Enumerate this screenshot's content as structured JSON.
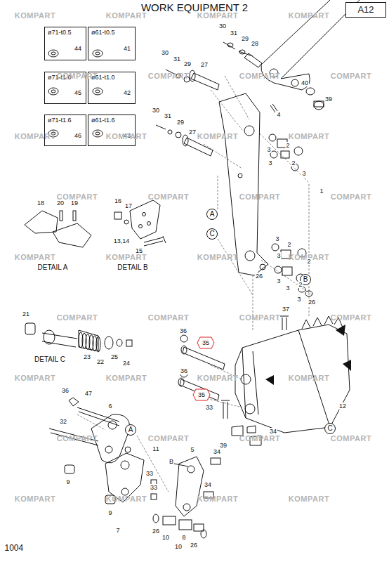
{
  "diagram": {
    "title": "WORK EQUIPMENT 2",
    "nodes": [
      {
        "text": [
          "A12"
        ]
      },
      {
        "text": [
          "ø71-t0.5",
          "44"
        ]
      },
      {
        "text": [
          "ø61-t0.5",
          "41"
        ]
      },
      {
        "text": [
          "ø71-t1.0",
          "45"
        ]
      },
      {
        "text": [
          "ø61-t1.0",
          "42"
        ]
      },
      {
        "text": [
          "ø71-t1.6",
          "46"
        ]
      },
      {
        "text": [
          "ø61-t1.6",
          "43"
        ]
      },
      {
        "text": [
          "A"
        ]
      },
      {
        "text": [
          "C"
        ]
      },
      {
        "text": [
          "B"
        ]
      },
      {
        "text": [
          "C"
        ]
      },
      {
        "text": [
          "A"
        ]
      },
      {
        "text": [
          "35"
        ]
      },
      {
        "text": [
          "35"
        ]
      }
    ],
    "labels": [
      "30",
      "31",
      "29",
      "28",
      "30",
      "31",
      "29",
      "27",
      "4",
      "40",
      "39",
      "30",
      "31",
      "29",
      "27",
      "3",
      "2",
      "3",
      "2",
      "3",
      "1",
      "3",
      "2",
      "3",
      "3",
      "2",
      "26",
      "3",
      "2",
      "3",
      "26",
      "18",
      "20",
      "19",
      "DETAIL A",
      "16",
      "17",
      "13,14",
      "15",
      "DETAIL B",
      "21",
      "23",
      "22",
      "25",
      "24",
      "DETAIL C",
      "36",
      "36",
      "33",
      "37",
      "12",
      "39",
      "34",
      "36",
      "47",
      "6",
      "32",
      "11",
      "5",
      "34",
      "B",
      "34",
      "33",
      "33",
      "9",
      "9",
      "7",
      "26",
      "10",
      "8",
      "10",
      "26",
      "1004",
      "KOMPART",
      "KOMPART",
      "KOMPART",
      "KOMPART",
      "COMPART",
      "COMPART",
      "COMPART",
      "COMPART",
      "KOMPART",
      "KOMPART",
      "KOMPART",
      "KOMPART",
      "COMPART",
      "COMPART",
      "COMPART",
      "COMPART",
      "KOMPART",
      "KOMPART",
      "KOMPART",
      "KOMPART",
      "COMPART",
      "COMPART",
      "COMPART",
      "COMPART",
      "KOMPART",
      "KOMPART",
      "KOMPART",
      "KOMPART",
      "COMPART",
      "COMPART",
      "COMPART",
      "COMPART",
      "KOMPART",
      "KOMPART",
      "KOMPART",
      "KOMPART"
    ]
  }
}
